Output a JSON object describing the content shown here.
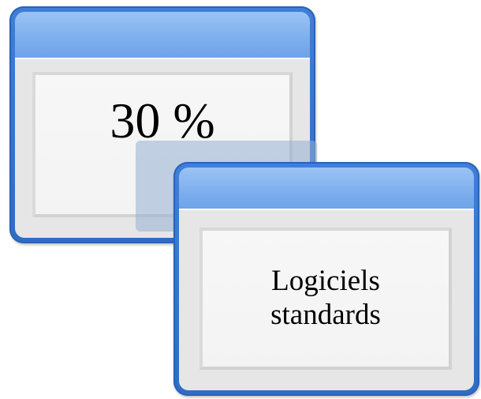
{
  "windows": [
    {
      "label": "30 %"
    },
    {
      "label_line1": "Logiciels",
      "label_line2": "standards"
    }
  ],
  "colors": {
    "window_border": "#2f6cc4",
    "title_bar": "#7fb0ee",
    "frame": "#e6e6e6",
    "pane": "#f5f5f5"
  },
  "icons": [
    "window-icon",
    "window-icon"
  ]
}
